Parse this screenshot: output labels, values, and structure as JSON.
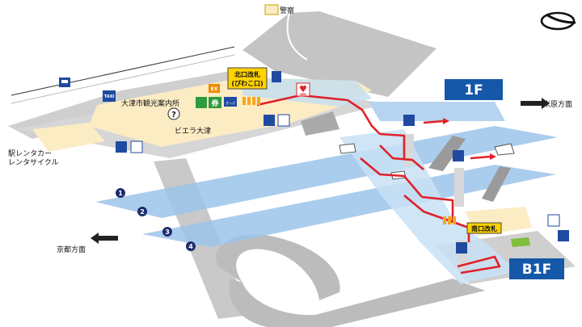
{
  "floors": {
    "upper": "1F",
    "lower": "B1F"
  },
  "gates": {
    "north_line1": "北口改札",
    "north_line2": "(びわこ口)",
    "south": "南口改札"
  },
  "places": {
    "police": "警察",
    "tourist_info": "大津市観光案内所",
    "piera": "ビエラ大津",
    "rental_car": "駅レンタカー",
    "rental_cycle": "レンタサイクル"
  },
  "directions": {
    "maibara": "米原方面",
    "kyoto": "京都方面"
  },
  "tracks": [
    "1",
    "2",
    "3",
    "4"
  ],
  "icons": {
    "taxi": "TAXI",
    "aed": "AED",
    "ticket": "券",
    "ex": "EX",
    "info": "?",
    "kippu": "きっぷ"
  },
  "colors": {
    "concourse": "#fcecc4",
    "platform": "#9cc4ea",
    "route": "#e0202a",
    "floor_badge": "#1558a8",
    "road": "#c4c4c4",
    "ground": "#d3d3d3"
  }
}
